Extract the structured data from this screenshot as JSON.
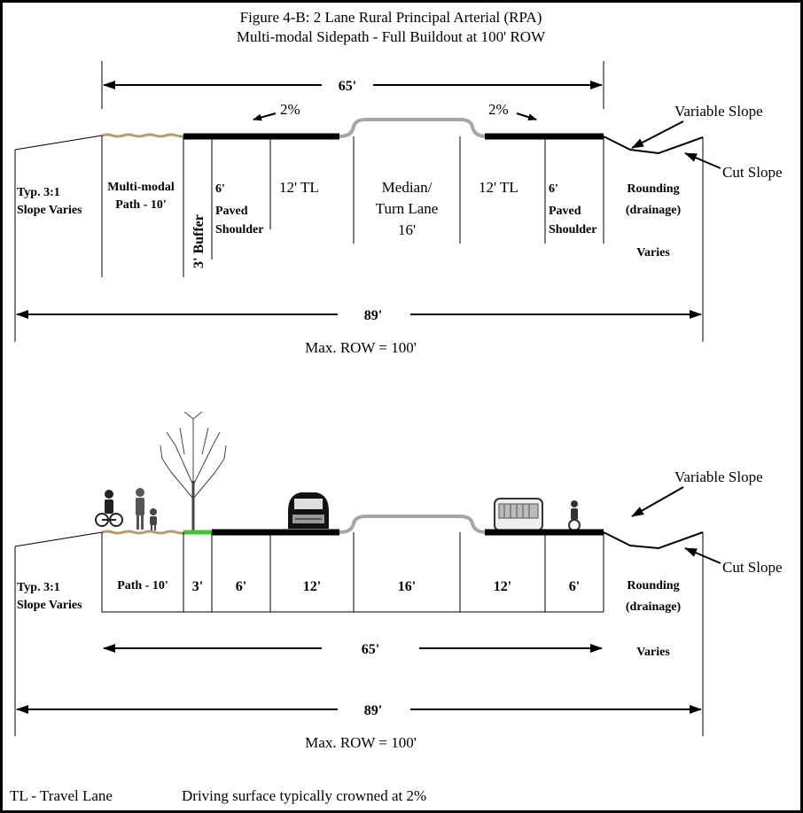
{
  "figure": {
    "title_line1": "Figure 4-B:  2 Lane Rural Principal Arterial (RPA)",
    "title_line2": "Multi-modal Sidepath - Full Buildout at 100' ROW"
  },
  "top_section": {
    "dim_65": "65'",
    "dim_89": "89'",
    "max_row": "Max. ROW = 100'",
    "slope_left": "2%",
    "slope_right": "2%",
    "variable_slope": "Variable Slope",
    "cut_slope": "Cut Slope",
    "slope_label_line1": "Typ. 3:1",
    "slope_label_line2": "Slope Varies",
    "path_line1": "Multi-modal",
    "path_line2": "Path - 10'",
    "buffer": "3' Buffer",
    "shoulder_left_line1": "6'",
    "shoulder_left_line2": "Paved",
    "shoulder_left_line3": "Shoulder",
    "travel_left": "12' TL",
    "median_line1": "Median/",
    "median_line2": "Turn Lane",
    "median_line3": "16'",
    "travel_right": "12' TL",
    "shoulder_right_line1": "6'",
    "shoulder_right_line2": "Paved",
    "shoulder_right_line3": "Shoulder",
    "rounding_line1": "Rounding",
    "rounding_line2": "(drainage)",
    "varies": "Varies"
  },
  "bottom_section": {
    "variable_slope": "Variable Slope",
    "cut_slope": "Cut Slope",
    "slope_label_line1": "Typ. 3:1",
    "slope_label_line2": "Slope Varies",
    "path": "Path - 10'",
    "buffer": "3'",
    "shoulder_left": "6'",
    "travel_left": "12'",
    "median": "16'",
    "travel_right": "12'",
    "shoulder_right": "6'",
    "rounding_line1": "Rounding",
    "rounding_line2": "(drainage)",
    "dim_65": "65'",
    "varies": "Varies",
    "dim_89": "89'",
    "max_row": "Max. ROW = 100'"
  },
  "legend": {
    "tl": "TL - Travel Lane",
    "crown_note": "Driving surface typically crowned at 2%"
  },
  "colors": {
    "pavement": "#000000",
    "median_curb": "#a6a6a6",
    "buffer_grass": "#44c236",
    "path_gravel": "#b59a6a"
  }
}
